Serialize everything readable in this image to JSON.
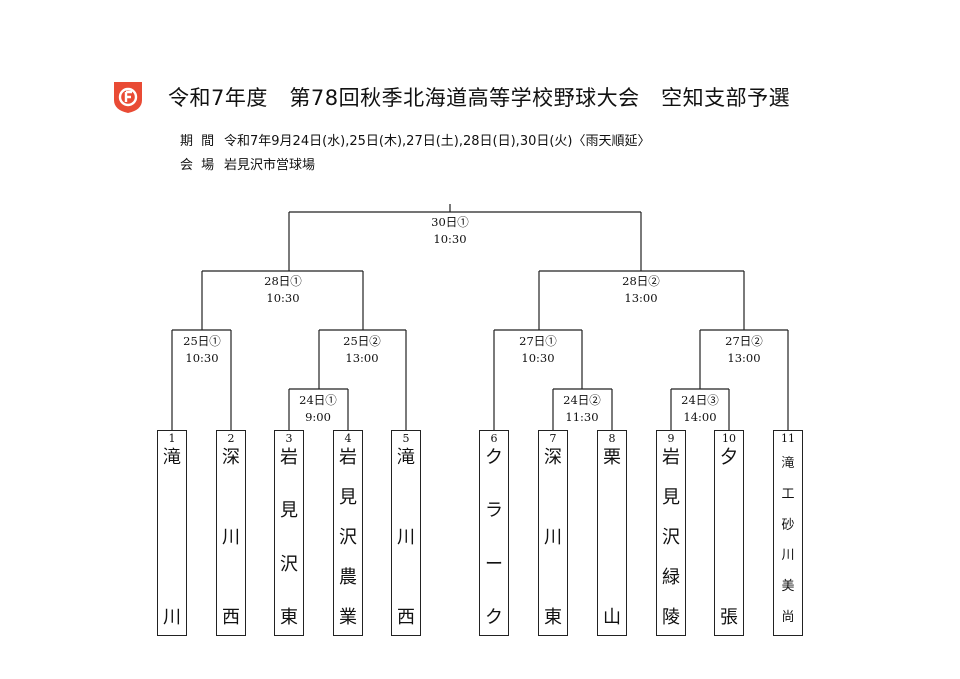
{
  "header": {
    "title": "令和7年度　第78回秋季北海道高等学校野球大会　空知支部予選",
    "period_label": "期 間",
    "period_value": "令和7年9月24日(水),25日(木),27日(土),28日(日),30日(火)〈雨天順延〉",
    "venue_label": "会 場",
    "venue_value": "岩見沢市営球場"
  },
  "games": {
    "g1": {
      "date": "24日①",
      "time": "9:00"
    },
    "g2": {
      "date": "24日②",
      "time": "11:30"
    },
    "g3": {
      "date": "24日③",
      "time": "14:00"
    },
    "g4": {
      "date": "25日①",
      "time": "10:30"
    },
    "g5": {
      "date": "25日②",
      "time": "13:00"
    },
    "g6": {
      "date": "27日①",
      "time": "10:30"
    },
    "g7": {
      "date": "27日②",
      "time": "13:00"
    },
    "g8": {
      "date": "28日①",
      "time": "10:30"
    },
    "g9": {
      "date": "28日②",
      "time": "13:00"
    },
    "final": {
      "date": "30日①",
      "time": "10:30"
    }
  },
  "teams": [
    {
      "num": "1",
      "chars": [
        "滝",
        "",
        "",
        "",
        "川"
      ]
    },
    {
      "num": "2",
      "chars": [
        "深",
        "",
        "川",
        "",
        "西"
      ]
    },
    {
      "num": "3",
      "chars": [
        "岩",
        "見",
        "沢",
        "東"
      ]
    },
    {
      "num": "4",
      "chars": [
        "岩",
        "見",
        "沢",
        "農",
        "業"
      ]
    },
    {
      "num": "5",
      "chars": [
        "滝",
        "",
        "川",
        "",
        "西"
      ]
    },
    {
      "num": "6",
      "chars": [
        "ク",
        "ラ",
        "ー",
        "ク"
      ]
    },
    {
      "num": "7",
      "chars": [
        "深",
        "",
        "川",
        "",
        "東"
      ]
    },
    {
      "num": "8",
      "chars": [
        "栗",
        "",
        "",
        "",
        "山"
      ]
    },
    {
      "num": "9",
      "chars": [
        "岩",
        "見",
        "沢",
        "緑",
        "陵"
      ]
    },
    {
      "num": "10",
      "chars": [
        "夕",
        "",
        "",
        "",
        "張"
      ]
    },
    {
      "num": "11",
      "chars": [
        "滝",
        "工",
        "砂",
        "川",
        "美",
        "尚"
      ]
    }
  ],
  "colors": {
    "logo": "#e94b35",
    "line": "#222222"
  }
}
